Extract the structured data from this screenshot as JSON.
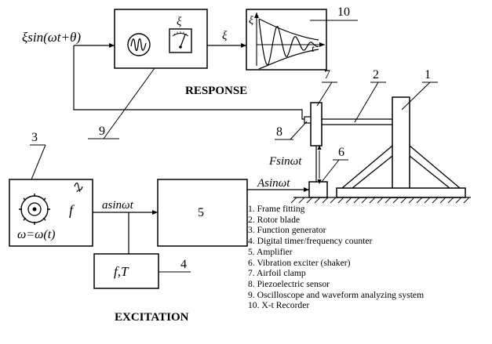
{
  "signals": {
    "response_input": "ξsin(ωt+θ)",
    "response_output": "ξ",
    "recorder_axis": "ξ",
    "recorder_time": "t",
    "force": "Fsinωt",
    "amplitude": "Asinωt",
    "generator_output": "asinωt"
  },
  "blocks": {
    "generator_freq": "f",
    "generator_omega": "ω=ω(t)",
    "counter": "f,T",
    "amplifier": "5",
    "scope_gauge": "ξ"
  },
  "callouts": [
    "1",
    "2",
    "3",
    "4",
    "5",
    "6",
    "7",
    "8",
    "9",
    "10"
  ],
  "section_labels": {
    "response": "RESPONSE",
    "excitation": "EXCITATION"
  },
  "legend": [
    "1. Frame fitting",
    "2. Rotor blade",
    "3. Function generator",
    "4. Digital timer/frequency counter",
    "5. Amplifier",
    "6. Vibration exciter (shaker)",
    "7. Airfoil clamp",
    "8. Piezoelectric sensor",
    "9. Oscilloscope and waveform analyzing system",
    "10. X-t Recorder"
  ]
}
